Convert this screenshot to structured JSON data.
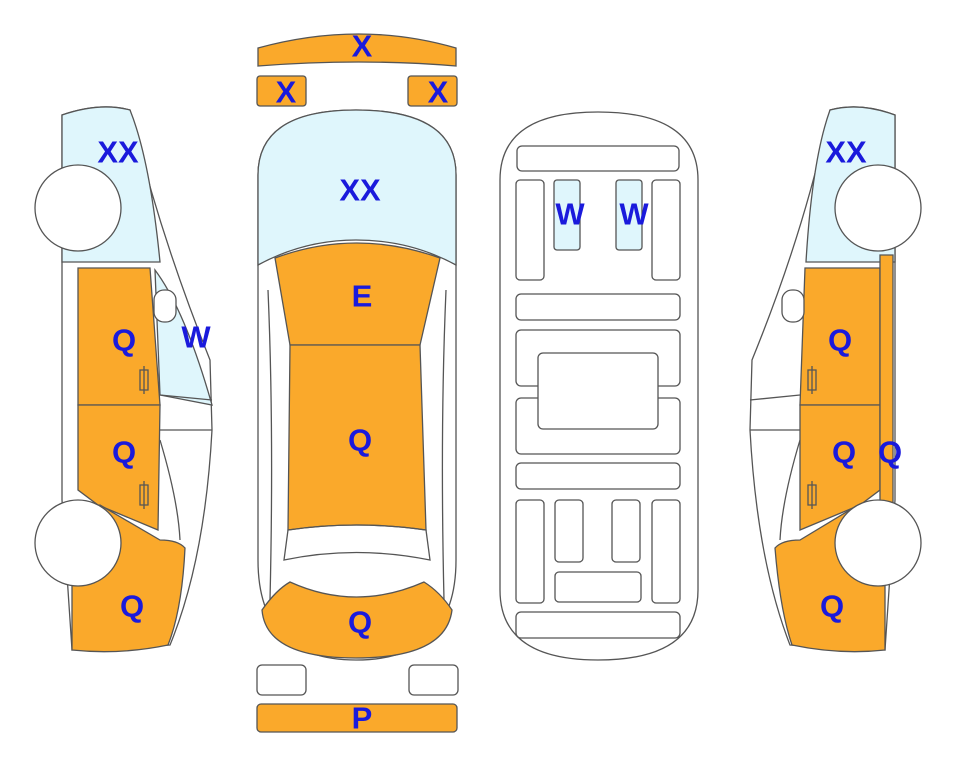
{
  "colors": {
    "damaged_panel": "#faa92b",
    "glass": "#dff6fc",
    "outline": "#555555",
    "label": "#1a1adc"
  },
  "labels": {
    "front_bumper": "X",
    "front_left_corner": "X",
    "front_right_corner": "X",
    "top_windshield": "XX",
    "hood": "E",
    "roof": "Q",
    "trunk": "Q",
    "rear_bumper": "P",
    "left_windshield": "XX",
    "left_window": "W",
    "left_front_door": "Q",
    "left_rear_door": "Q",
    "left_rear_quarter": "Q",
    "underside_left_window": "W",
    "underside_right_window": "W",
    "right_windshield": "XX",
    "right_front_door": "Q",
    "right_rear_door": "Q",
    "right_pillar": "Q",
    "right_rear_quarter": "Q"
  }
}
